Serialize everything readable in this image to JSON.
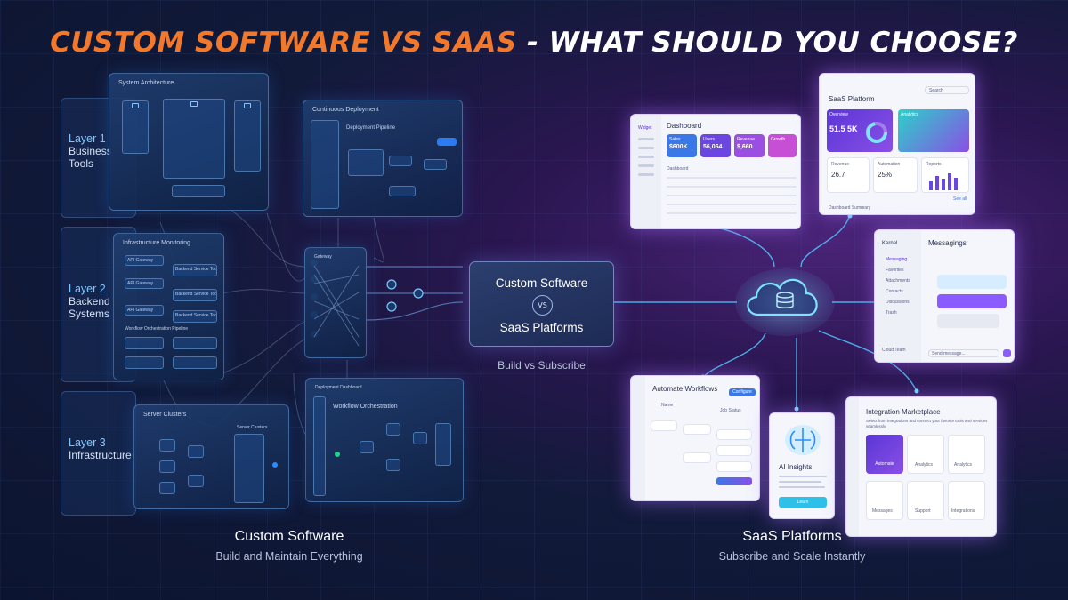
{
  "headline": {
    "accent": "CUSTOM SOFTWARE VS SAAS",
    "rest": " - WHAT SHOULD YOU CHOOSE?"
  },
  "colors": {
    "accent": "#f2782c",
    "cyan": "#7ec8ff",
    "purple": "#8a5cff"
  },
  "layers": [
    {
      "title": "Layer 1",
      "sub1": "Business",
      "sub2": "Tools"
    },
    {
      "title": "Layer 2",
      "sub1": "Backend",
      "sub2": "Systems"
    },
    {
      "title": "Layer 3",
      "sub1": "Infrastructure",
      "sub2": ""
    }
  ],
  "custom_panels": {
    "system": {
      "title": "System Architecture"
    },
    "deploy": {
      "title": "Continuous Deployment",
      "pipeline": "Deployment Pipeline"
    },
    "infra": {
      "title": "Infrastructure Monitoring",
      "items": [
        "API Gateway",
        "API Gateway",
        "API Gateway"
      ],
      "services": [
        "Backend Service Tools",
        "Backend Service Tools",
        "Backend Service Tools"
      ],
      "pipeline": "Workflow Orchestration Pipeline"
    },
    "clusters": {
      "title": "Server Clusters",
      "sub": "Server Clusters"
    },
    "workflow": {
      "title": "Workflow Orchestration",
      "header": "Deployment Dashboard"
    },
    "gateway": {
      "title": "Gateway"
    }
  },
  "compare": {
    "top": "Custom Software",
    "vs": "VS",
    "bottom": "SaaS Platforms",
    "tagline": "Build vs Subscribe"
  },
  "left_caption": {
    "title": "Custom Software",
    "sub": "Build and Maintain Everything"
  },
  "right_caption": {
    "title": "SaaS Platforms",
    "sub": "Subscribe and Scale Instantly"
  },
  "saas_panels": {
    "dashboard": {
      "title": "Dashboard",
      "logo": "Widget",
      "tiles": [
        {
          "label": "Sales",
          "value": "$600K"
        },
        {
          "label": "Users",
          "value": "56,064"
        },
        {
          "label": "Revenue",
          "value": "$,660"
        },
        {
          "label": "Growth",
          "value": ""
        }
      ],
      "table_title": "Dashboard"
    },
    "platform": {
      "title": "SaaS Platform",
      "search": "Search",
      "overview": "Overview",
      "kpi1": "51.5 5K",
      "analytics": "Analytics",
      "revenue_label": "Revenue",
      "revenue": "26.7",
      "automation_label": "Automation",
      "automation": "25%",
      "reports": "Reports",
      "link": "See all",
      "footer": "Dashboard Summary"
    },
    "messaging": {
      "title": "Messagings",
      "brand": "Kernel",
      "menu": [
        "Messaging",
        "Favorites",
        "Attachments",
        "Contacts",
        "Discussions",
        "Trash"
      ],
      "user": "Cloud Team",
      "input": "Send message..."
    },
    "automation": {
      "title": "Automate Workflows",
      "button": "Configure",
      "col1": "Name",
      "col2": "Job Status"
    },
    "ai": {
      "title": "AI Insights",
      "button": "Learn"
    },
    "market": {
      "title": "Integration Marketplace",
      "desc": "Select from integrations and connect your favorite tools and services seamlessly.",
      "apps": [
        "Automate",
        "Analytics",
        "Analytics",
        "Messages",
        "Support",
        "Integrations"
      ]
    }
  }
}
